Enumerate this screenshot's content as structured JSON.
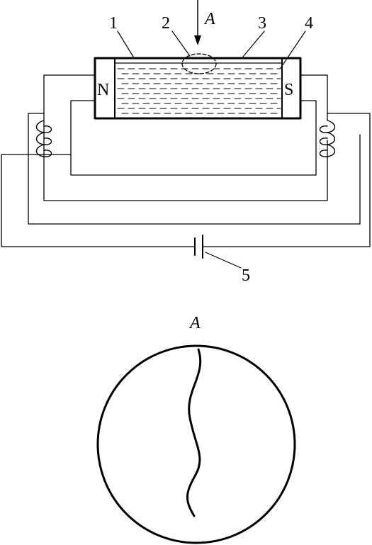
{
  "diagram": {
    "labels": {
      "n1": "1",
      "n2": "2",
      "n3": "3",
      "n4": "4",
      "n5": "5",
      "view_a_top": "A",
      "view_a_detail": "A"
    },
    "poles": {
      "north": "N",
      "south": "S"
    },
    "colors": {
      "line": "#000000",
      "background": "#ffffff"
    }
  }
}
